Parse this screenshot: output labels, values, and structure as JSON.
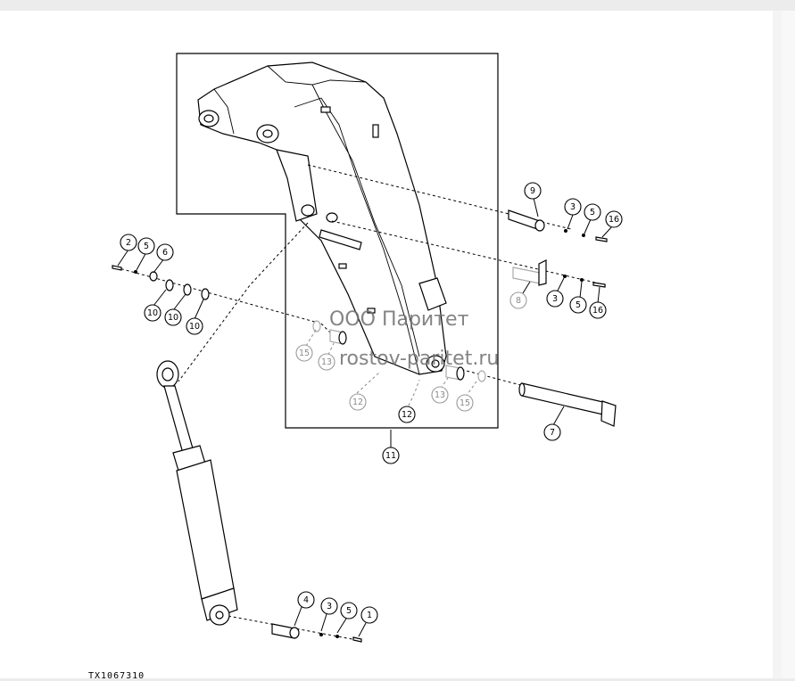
{
  "diagram": {
    "figure_id": "TX1067310",
    "watermark": {
      "line1": "ООО Паритет",
      "line2": "rostov-paritet.ru"
    },
    "callouts": {
      "c9": "9",
      "c3a": "3",
      "c5a": "5",
      "c16a": "16",
      "c8": "8",
      "c3b": "3",
      "c5b": "5",
      "c16b": "16",
      "c2": "2",
      "c5c": "5",
      "c6": "6",
      "c10a": "10",
      "c10b": "10",
      "c10c": "10",
      "c15a": "15",
      "c13a": "13",
      "c12a": "12",
      "c12b": "12",
      "c13b": "13",
      "c15b": "15",
      "c7": "7",
      "c11": "11",
      "c4": "4",
      "c3c": "3",
      "c5d": "5",
      "c1": "1"
    }
  }
}
